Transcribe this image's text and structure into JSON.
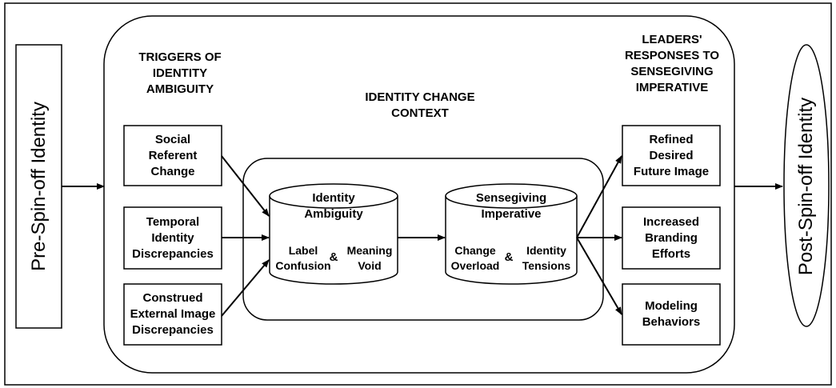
{
  "left": {
    "pre_spinoff": "Pre-Spin-off Identity"
  },
  "right": {
    "post_spinoff": "Post-Spin-off Identity"
  },
  "headings": {
    "triggers": "TRIGGERS OF\nIDENTITY\nAMBIGUITY",
    "context": "IDENTITY CHANGE\nCONTEXT",
    "responses": "LEADERS'\nRESPONSES TO\nSENSEGIVING\nIMPERATIVE"
  },
  "triggers": [
    "Social\nReferent\nChange",
    "Temporal\nIdentity\nDiscrepancies",
    "Construed\nExternal Image\nDiscrepancies"
  ],
  "ambiguity": {
    "title": "Identity\nAmbiguity",
    "left": "Label\nConfusion",
    "amp": "&",
    "right": "Meaning\nVoid"
  },
  "imperative": {
    "title": "Sensegiving\nImperative",
    "left": "Change\nOverload",
    "amp": "&",
    "right": "Identity\nTensions"
  },
  "responses": [
    "Refined\nDesired\nFuture Image",
    "Increased\nBranding\nEfforts",
    "Modeling\nBehaviors"
  ]
}
